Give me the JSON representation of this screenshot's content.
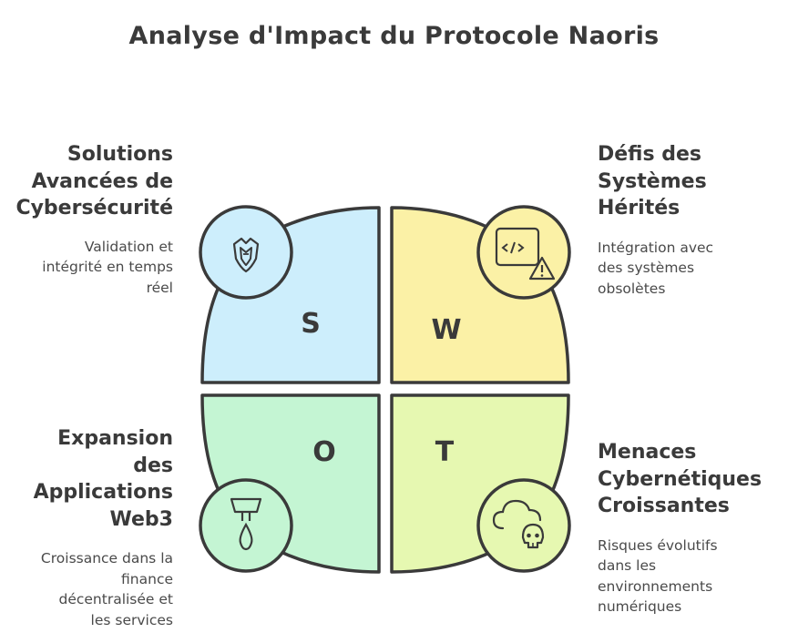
{
  "title": "Analyse d'Impact du Protocole Naoris",
  "quadrants": {
    "strengths": {
      "letter": "S",
      "heading_lines": [
        "Solutions",
        "Avancées de",
        "Cybersécurité"
      ],
      "description_lines": [
        "Validation et",
        "intégrité en temps",
        "réel"
      ],
      "icon": "shield-icon",
      "color": "#cdeefc"
    },
    "weaknesses": {
      "letter": "W",
      "heading_lines": [
        "Défis des",
        "Systèmes",
        "Hérités"
      ],
      "description_lines": [
        "Intégration avec",
        "des systèmes",
        "obsolètes"
      ],
      "icon": "code-warning-icon",
      "color": "#fbf1a6"
    },
    "opportunities": {
      "letter": "O",
      "heading_lines": [
        "Expansion",
        "des",
        "Applications",
        "Web3"
      ],
      "description_lines": [
        "Croissance dans la",
        "finance",
        "décentralisée et",
        "les services"
      ],
      "icon": "lamp-icon",
      "color": "#c4f5d3"
    },
    "threats": {
      "letter": "T",
      "heading_lines": [
        "Menaces",
        "Cybernétiques",
        "Croissantes"
      ],
      "description_lines": [
        "Risques évolutifs",
        "dans les",
        "environnements",
        "numériques"
      ],
      "icon": "cloud-skull-icon",
      "color": "#e6f8b1"
    }
  }
}
